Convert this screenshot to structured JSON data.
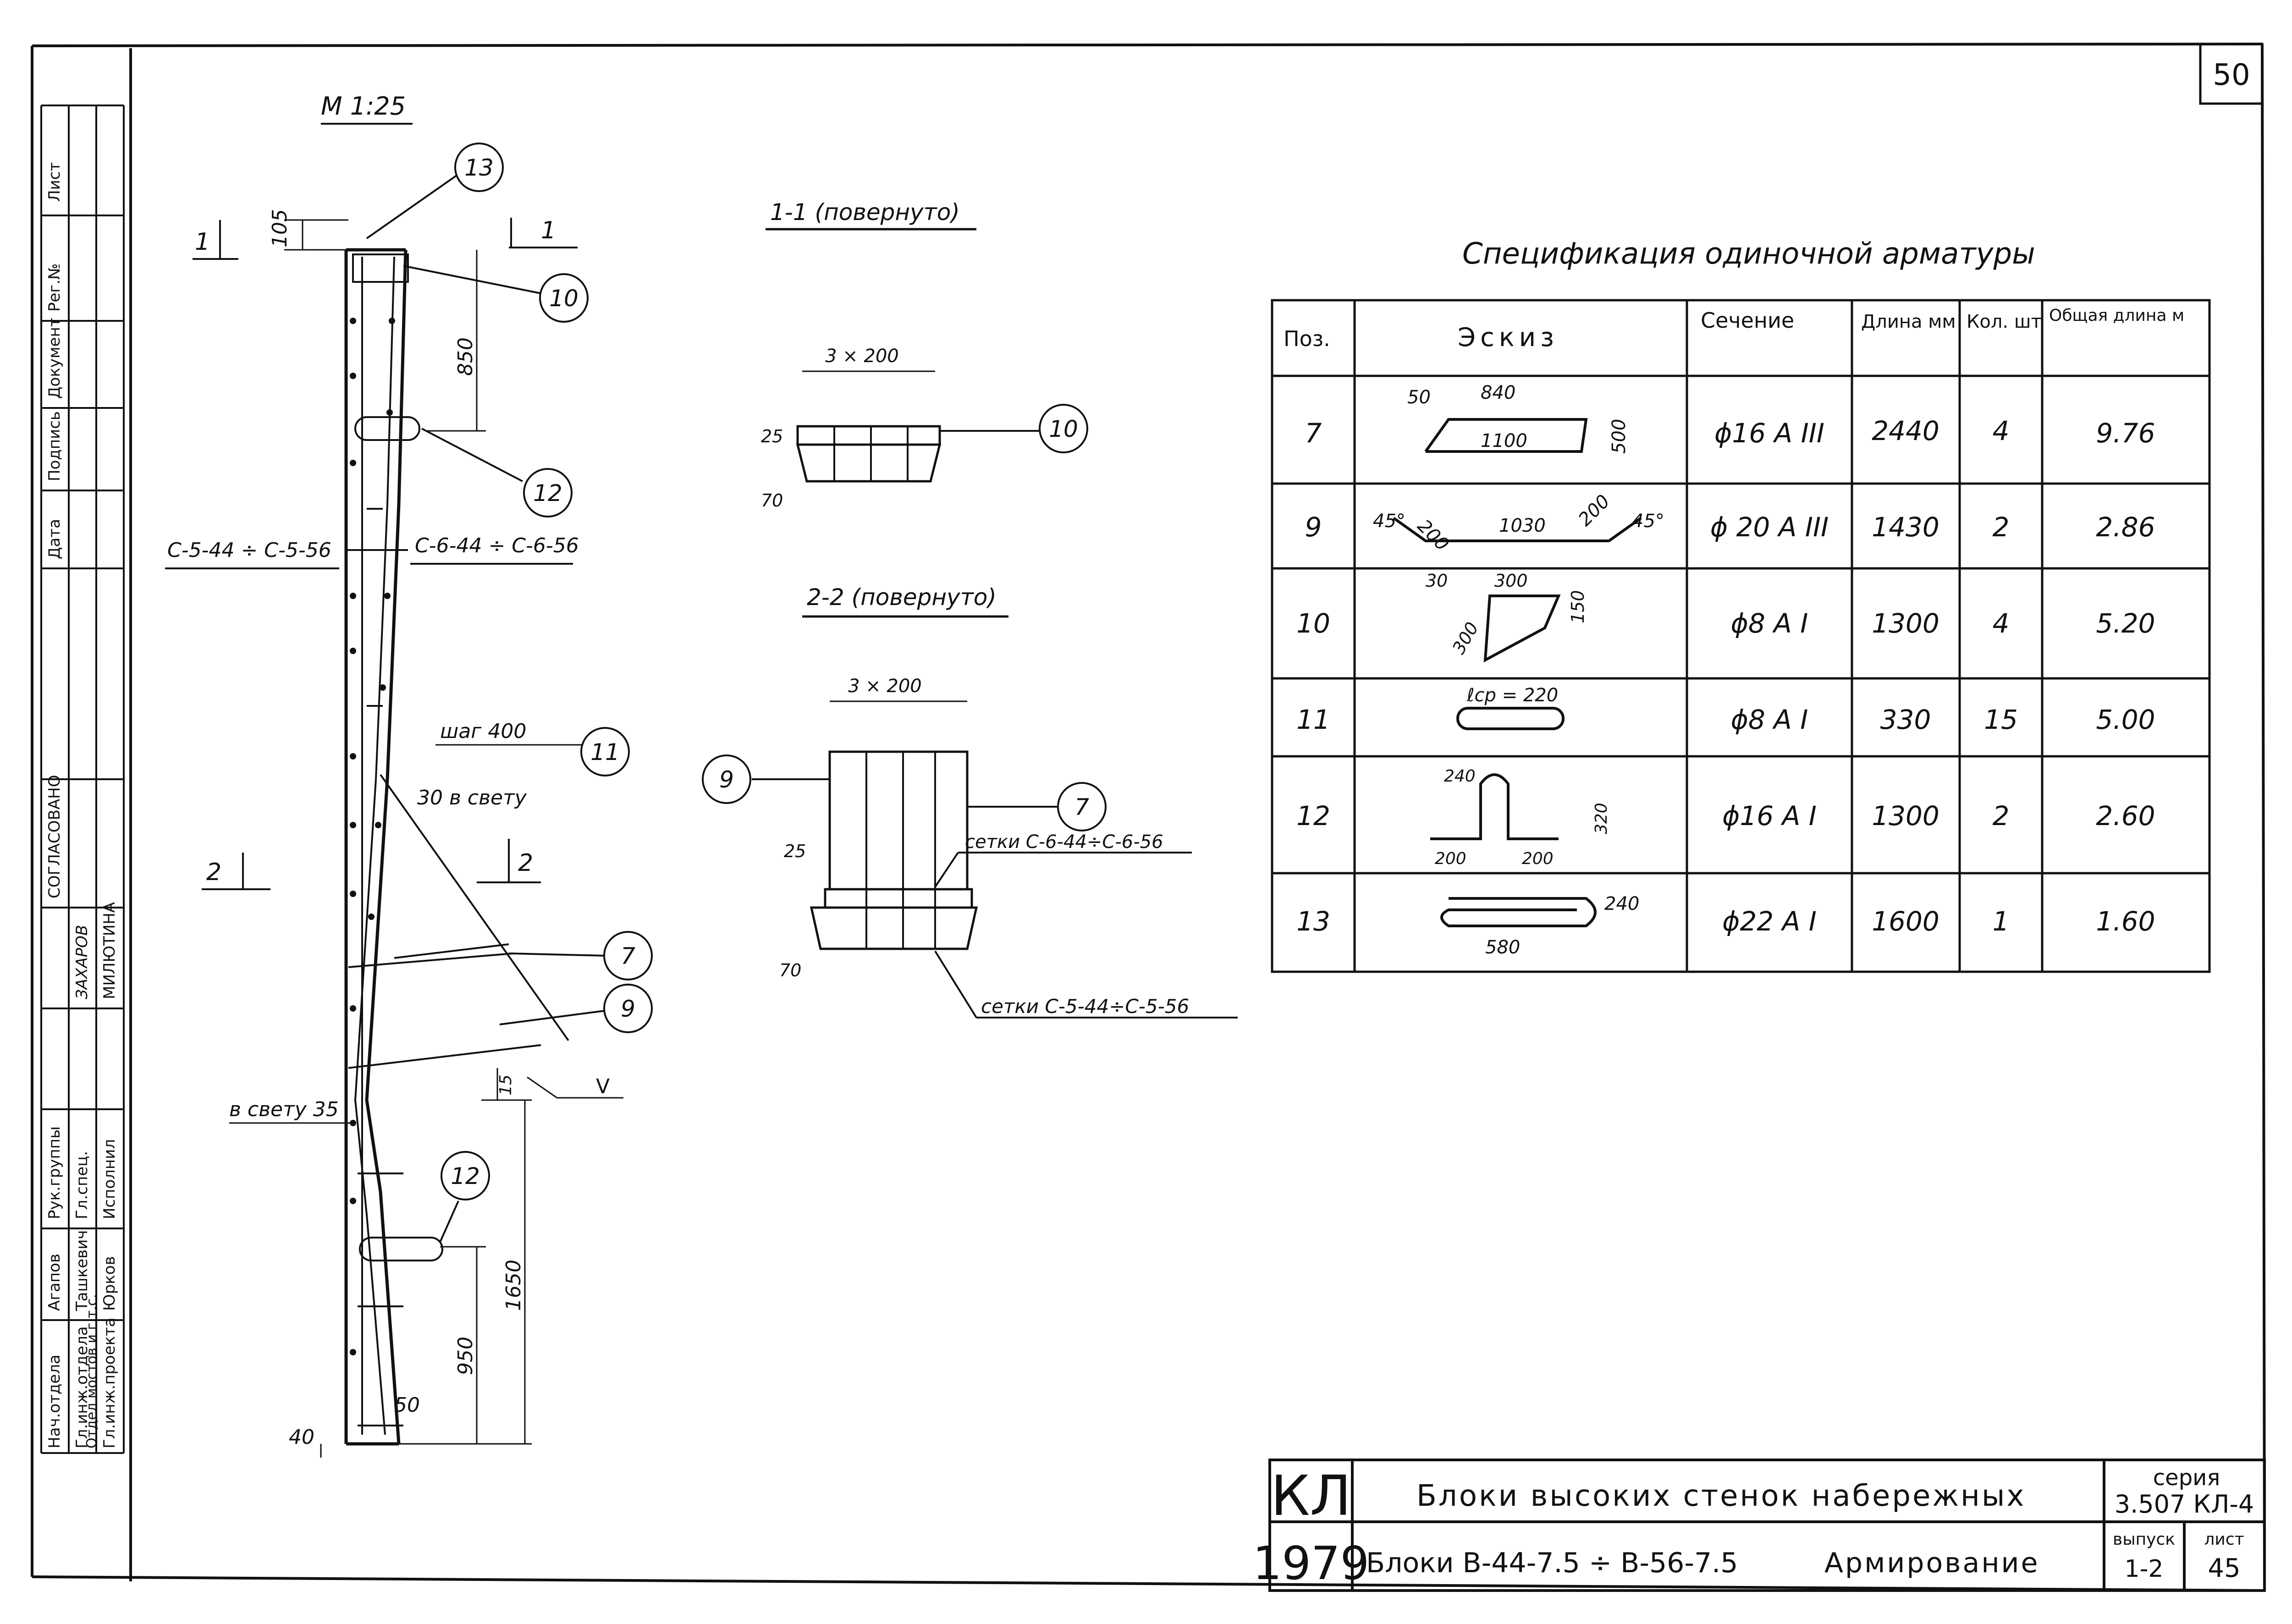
{
  "page_number": "50",
  "scale": "М 1:25",
  "elevation": {
    "dims": {
      "top": "105",
      "d850": "850",
      "d950": "950",
      "d1650": "1650",
      "d40": "40",
      "d50": "50",
      "d15": "15"
    },
    "section_marks": {
      "s1_left": "1",
      "s1_right": "1",
      "s2_left": "2",
      "s2_right": "2"
    },
    "mesh_left": "С-5-44 ÷ С-5-56",
    "mesh_right": "С-6-44 ÷ С-6-56",
    "step": "шаг 400",
    "clear_top": "30  в свету",
    "clear_bottom": "в свету  35",
    "v_mark": "V",
    "callouts": [
      "13",
      "10",
      "12",
      "11",
      "7",
      "9",
      "12"
    ]
  },
  "section11": {
    "title": "1-1 (повернуто)",
    "dim_top": "3 × 200",
    "dim_25": "25",
    "dim_70": "70",
    "callout": "10"
  },
  "section22": {
    "title": "2-2 (повернуто)",
    "dim_top": "3 × 200",
    "dim_25": "25",
    "dim_70": "70",
    "mesh_upper": "сетки С-6-44÷С-6-56",
    "mesh_lower": "сетки С-5-44÷С-5-56",
    "callout_left": "9",
    "callout_right": "7"
  },
  "spec": {
    "title": "Спецификация одиночной арматуры",
    "headers": [
      "Поз.",
      "Эскиз",
      "Сечение",
      "Длина мм",
      "Кол. шт",
      "Общая длина м"
    ],
    "rows": [
      {
        "pos": "7",
        "section": "ϕ16 А III",
        "length": "2440",
        "qty": "4",
        "total": "9.76",
        "sketch": [
          "50",
          "840",
          "1100",
          "500"
        ]
      },
      {
        "pos": "9",
        "section": "ϕ 20 А III",
        "length": "1430",
        "qty": "2",
        "total": "2.86",
        "sketch": [
          "45°",
          "200",
          "1030",
          "200",
          "45°"
        ]
      },
      {
        "pos": "10",
        "section": "ϕ8 А I",
        "length": "1300",
        "qty": "4",
        "total": "5.20",
        "sketch": [
          "30",
          "300",
          "150",
          "300"
        ]
      },
      {
        "pos": "11",
        "section": "ϕ8 А I",
        "length": "330",
        "qty": "15",
        "total": "5.00",
        "sketch": [
          "ℓср = 220"
        ]
      },
      {
        "pos": "12",
        "section": "ϕ16 А I",
        "length": "1300",
        "qty": "2",
        "total": "2.60",
        "sketch": [
          "240",
          "320",
          "200",
          "200"
        ]
      },
      {
        "pos": "13",
        "section": "ϕ22 А I",
        "length": "1600",
        "qty": "1",
        "total": "1.60",
        "sketch": [
          "240",
          "580"
        ]
      }
    ]
  },
  "sidebar": {
    "cols": [
      "Лист",
      "Рег.№",
      "Документ",
      "Подпись",
      "Дата"
    ],
    "approved": "СОГЛАСОВАНО",
    "left_names": [
      "ЗАХАРОВ",
      "МИЛЮТИНА"
    ],
    "roles": [
      "Нач.отдела",
      "Гл.инж.отдела",
      "Гл.инж.проекта",
      "Рук.группы",
      "Гл.спец.",
      "Исполнил"
    ],
    "names": [
      "Агапов",
      "Ташкевич",
      "Юрков"
    ],
    "dept": "Отдел мостов и г.т.с."
  },
  "title_block": {
    "org": "КЛ",
    "year": "1979",
    "title": "Блоки высоких стенок набережных",
    "subtitle": "Блоки  В-44-7.5 ÷ В-56-7.5",
    "subtitle2": "Армирование",
    "series_label": "серия",
    "series": "3.507 КЛ-4",
    "issue_label": "выпуск",
    "issue": "1-2",
    "sheet_label": "лист",
    "sheet": "45"
  }
}
